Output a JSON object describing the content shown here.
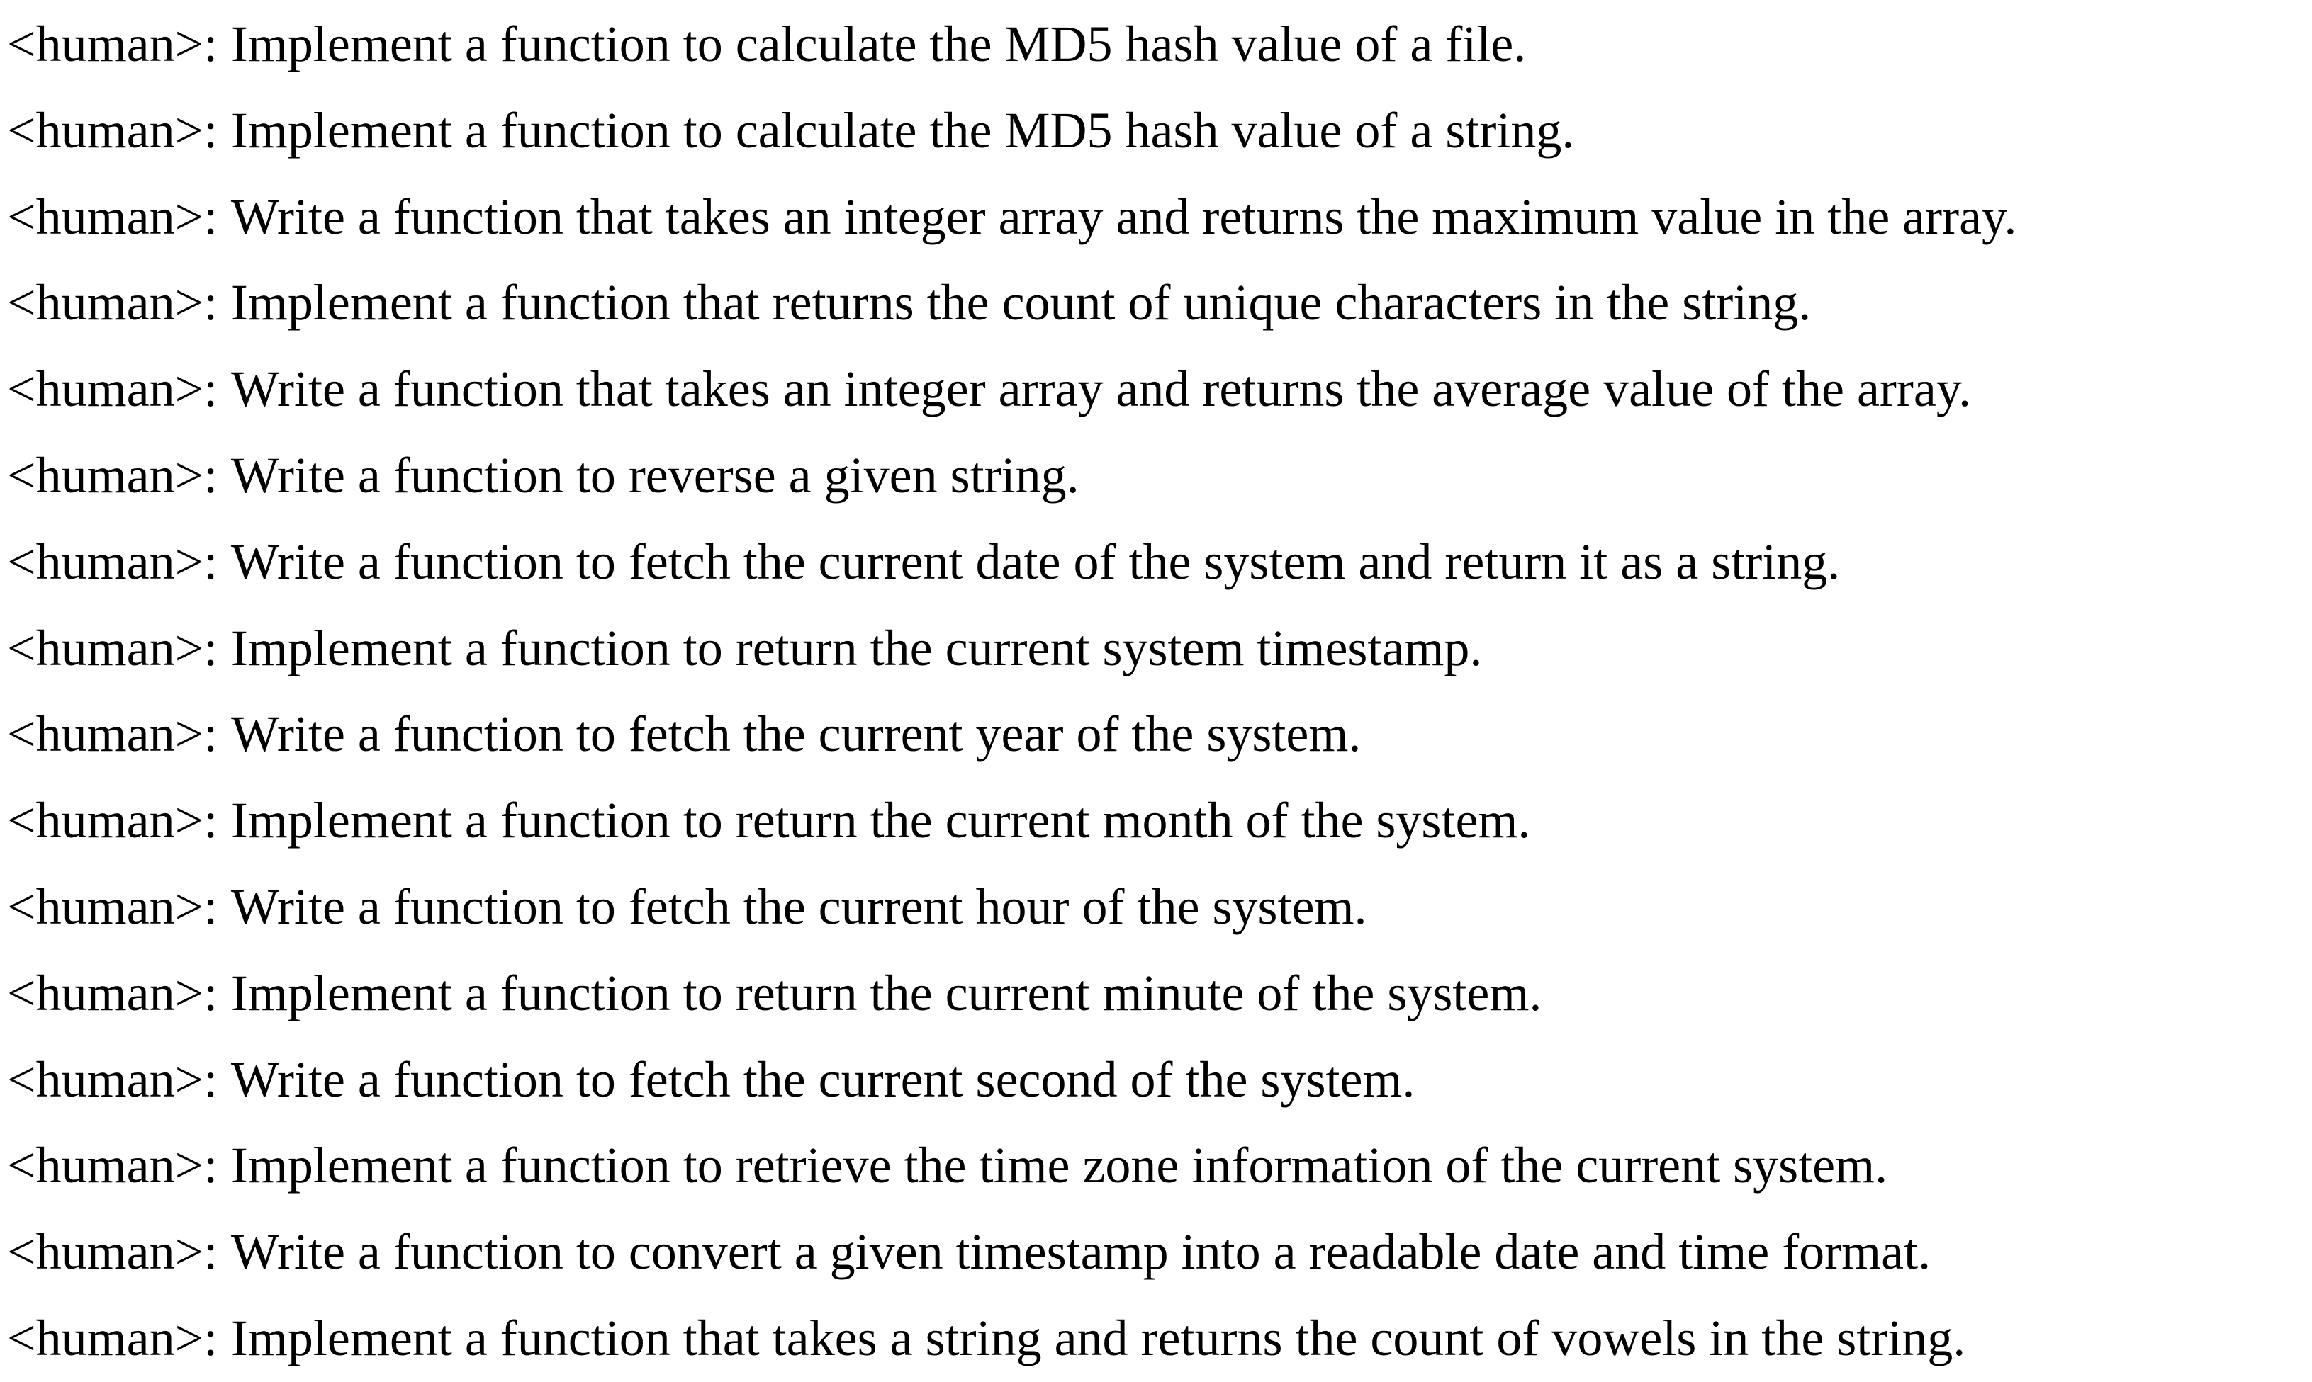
{
  "page": {
    "background_color": "#ffffff",
    "text_color": "#000000"
  },
  "conversation": {
    "lines": [
      {
        "speaker_tag": "<human>:",
        "text": "Implement a function to calculate the MD5 hash value of a file."
      },
      {
        "speaker_tag": "<human>:",
        "text": "Implement a function to calculate the MD5 hash value of a string."
      },
      {
        "speaker_tag": "<human>:",
        "text": "Write a function that takes an integer array and returns the maximum value in the array."
      },
      {
        "speaker_tag": "<human>:",
        "text": "Implement a function that returns the count of unique characters in the string."
      },
      {
        "speaker_tag": "<human>:",
        "text": "Write a function that takes an integer array and returns the average value of the array."
      },
      {
        "speaker_tag": "<human>:",
        "text": "Write a function to reverse a given string."
      },
      {
        "speaker_tag": "<human>:",
        "text": "Write a function to fetch the current date of the system and return it as a string."
      },
      {
        "speaker_tag": "<human>:",
        "text": "Implement a function to return the current system timestamp."
      },
      {
        "speaker_tag": "<human>:",
        "text": "Write a function to fetch the current year of the system."
      },
      {
        "speaker_tag": "<human>:",
        "text": "Implement a function to return the current month of the system."
      },
      {
        "speaker_tag": "<human>:",
        "text": "Write a function to fetch the current hour of the system."
      },
      {
        "speaker_tag": "<human>:",
        "text": "Implement a function to return the current minute of the system."
      },
      {
        "speaker_tag": "<human>:",
        "text": "Write a function to fetch the current second of the system."
      },
      {
        "speaker_tag": "<human>:",
        "text": "Implement a function to retrieve the time zone information of the current system."
      },
      {
        "speaker_tag": "<human>:",
        "text": "Write a function to convert a given timestamp into a readable date and time format."
      },
      {
        "speaker_tag": "<human>:",
        "text": "Implement a function that takes a string and returns the count of vowels in the string."
      }
    ]
  }
}
